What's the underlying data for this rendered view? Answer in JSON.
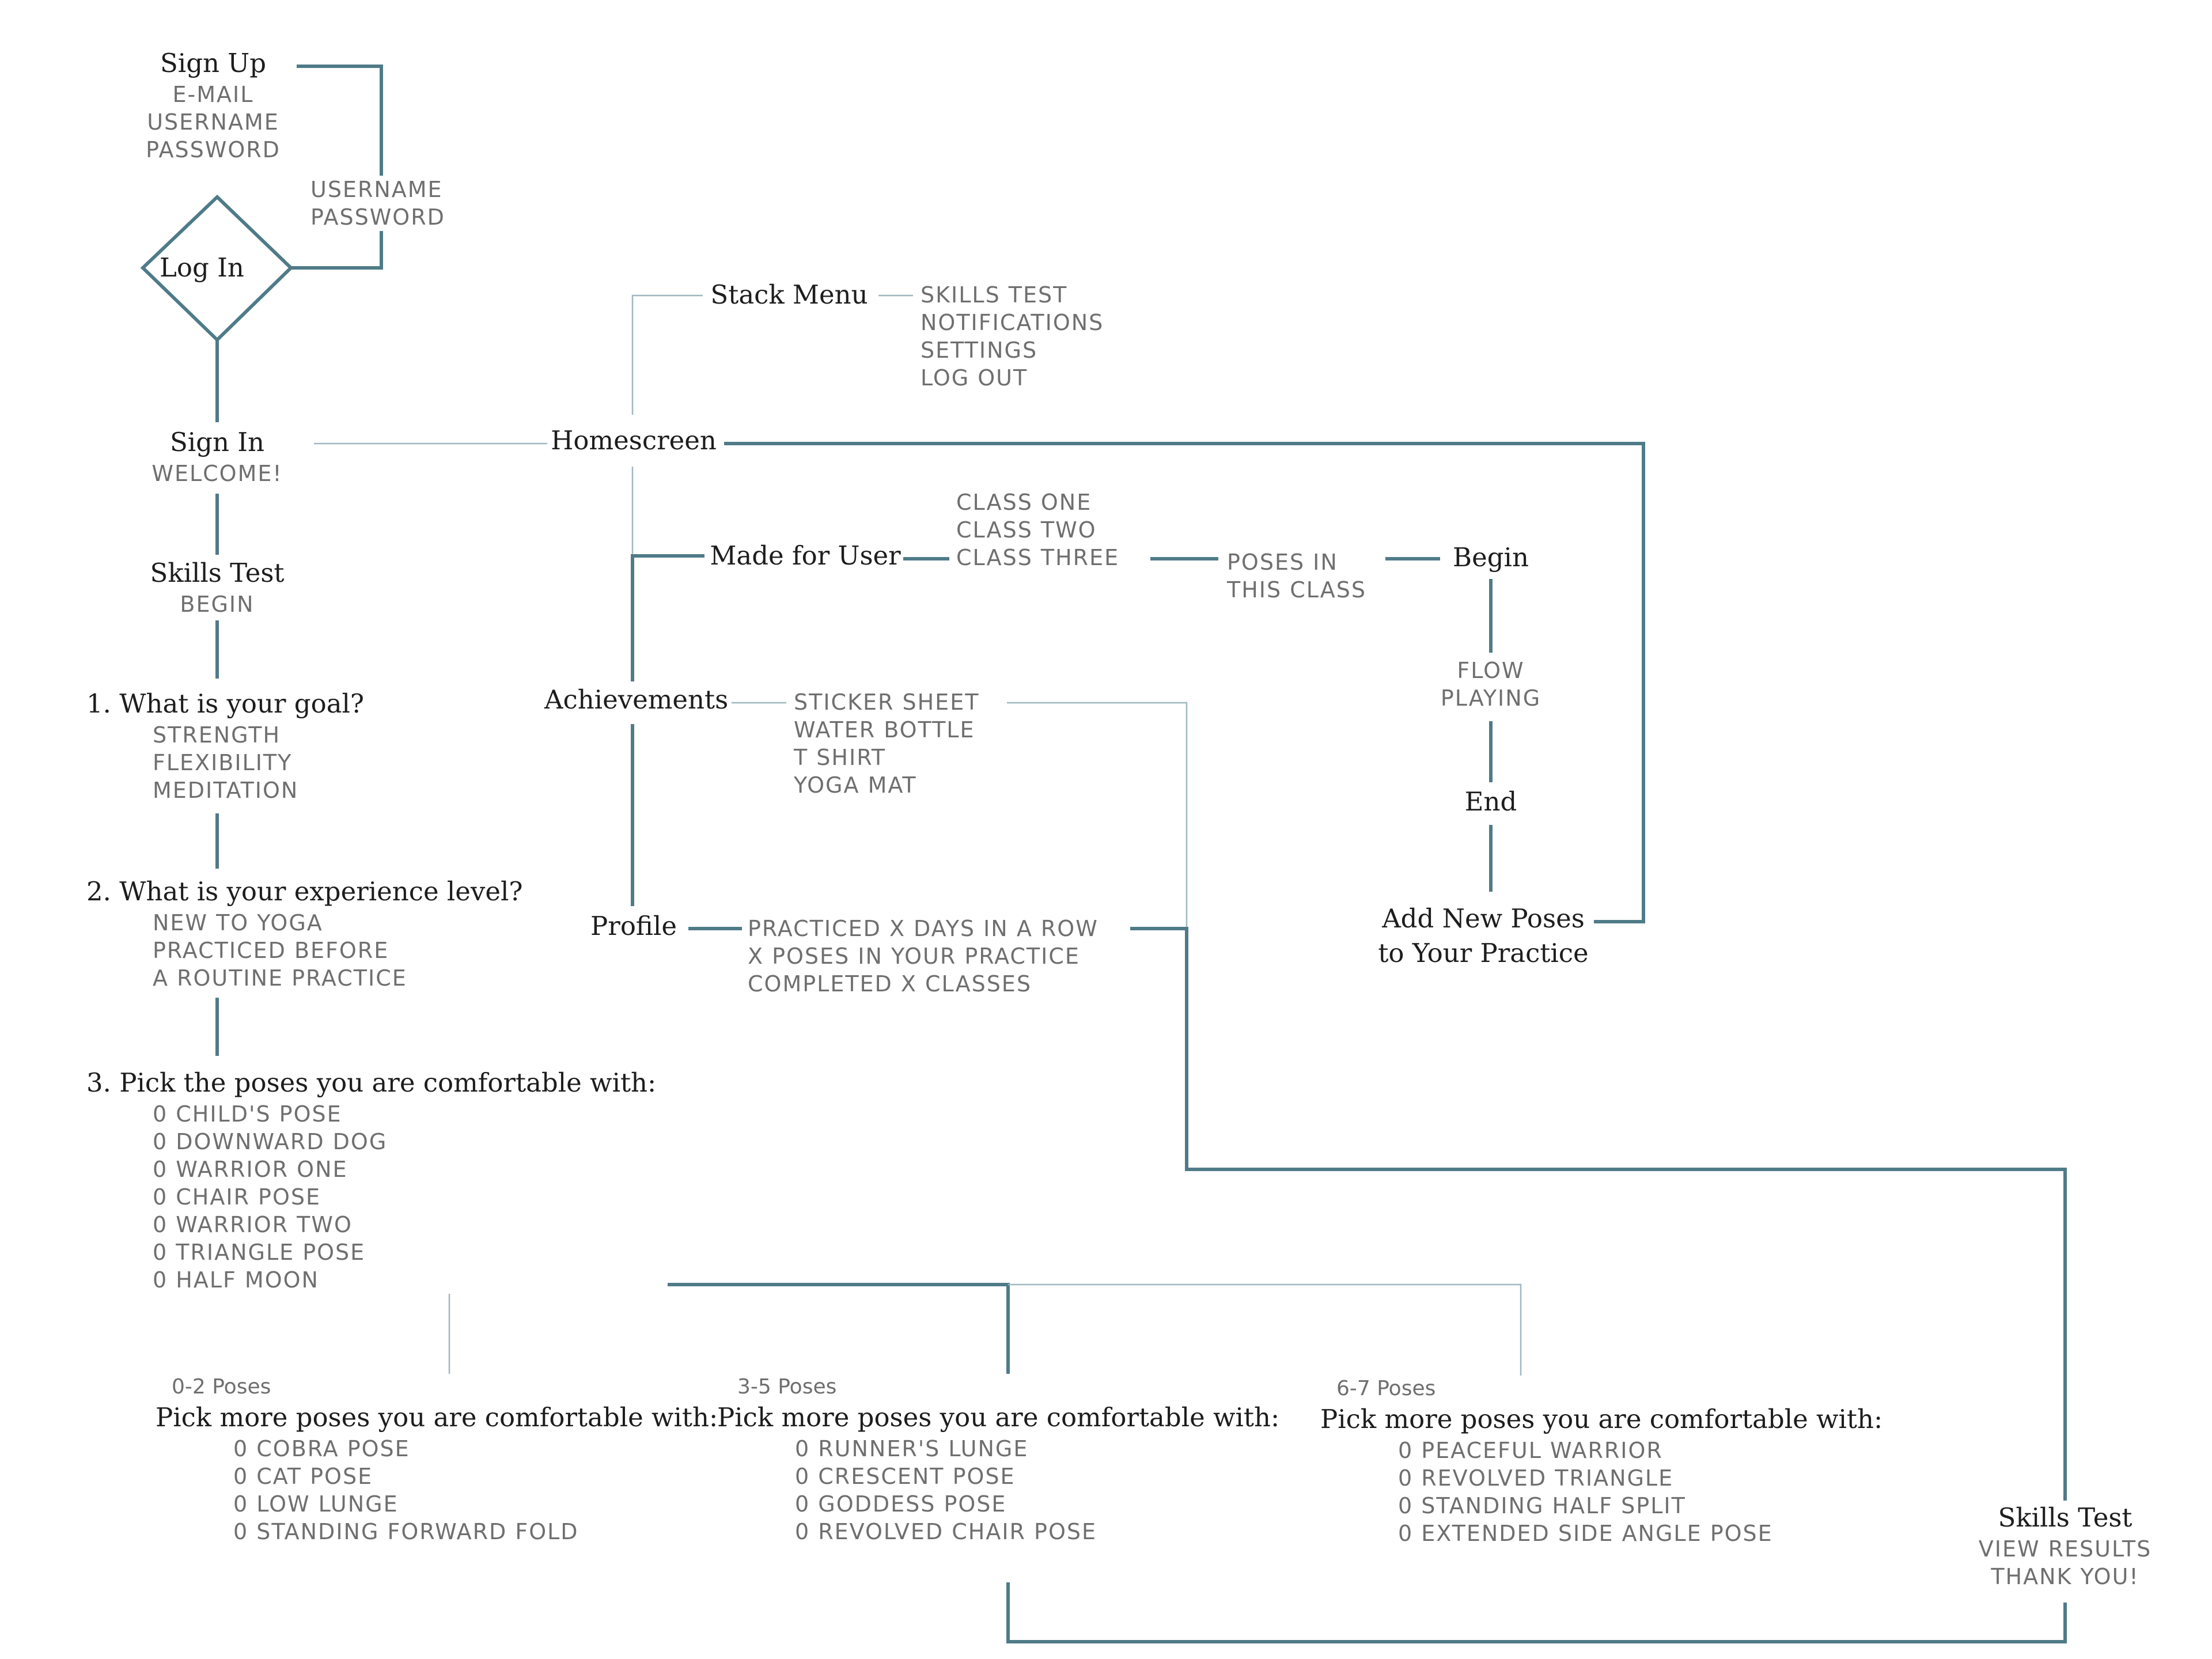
{
  "signup": {
    "title": "Sign Up",
    "fields": [
      "E-MAIL",
      "USERNAME",
      "PASSWORD"
    ]
  },
  "login_fields": [
    "USERNAME",
    "PASSWORD"
  ],
  "login": {
    "title": "Log In"
  },
  "signin": {
    "title": "Sign In",
    "sub": "WELCOME!"
  },
  "skills_test_start": {
    "title": "Skills Test",
    "sub": "BEGIN"
  },
  "q1": {
    "title": "1. What is your goal?",
    "options": [
      "STRENGTH",
      "FLEXIBILITY",
      "MEDITATION"
    ]
  },
  "q2": {
    "title": "2. What is your experience level?",
    "options": [
      "NEW TO YOGA",
      "PRACTICED BEFORE",
      "A ROUTINE PRACTICE"
    ]
  },
  "q3": {
    "title": "3. Pick the poses you are comfortable with:",
    "options": [
      "0 CHILD'S POSE",
      "0 DOWNWARD DOG",
      "0 WARRIOR ONE",
      "0 CHAIR POSE",
      "0 WARRIOR TWO",
      "0 TRIANGLE POSE",
      "0 HALF MOON"
    ]
  },
  "homescreen": {
    "title": "Homescreen"
  },
  "stack_menu": {
    "title": "Stack Menu",
    "items": [
      "SKILLS TEST",
      "NOTIFICATIONS",
      "SETTINGS",
      "LOG OUT"
    ]
  },
  "made_for_user": {
    "title": "Made for User"
  },
  "classes": [
    "CLASS ONE",
    "CLASS TWO",
    "CLASS THREE"
  ],
  "poses_in_class": [
    "POSES IN",
    "THIS CLASS"
  ],
  "begin": {
    "title": "Begin"
  },
  "flow_playing": [
    "FLOW",
    "PLAYING"
  ],
  "end": {
    "title": "End"
  },
  "add_new_poses": [
    "Add New Poses",
    "to Your Practice"
  ],
  "achievements": {
    "title": "Achievements",
    "items": [
      "STICKER SHEET",
      "WATER BOTTLE",
      "T SHIRT",
      "YOGA MAT"
    ]
  },
  "profile": {
    "title": "Profile",
    "items": [
      "PRACTICED X DAYS IN A ROW",
      "X POSES IN YOUR PRACTICE",
      "COMPLETED X CLASSES"
    ]
  },
  "branch_a": {
    "label": "0-2 Poses",
    "title": "Pick more poses you are comfortable with:",
    "options": [
      "0 COBRA POSE",
      "0 CAT POSE",
      "0 LOW LUNGE",
      "0 STANDING FORWARD FOLD"
    ]
  },
  "branch_b": {
    "label": "3-5 Poses",
    "title": "Pick more poses you are comfortable with:",
    "options": [
      "0 RUNNER'S LUNGE",
      "0 CRESCENT POSE",
      "0 GODDESS POSE",
      "0 REVOLVED CHAIR POSE"
    ]
  },
  "branch_c": {
    "label": "6-7 Poses",
    "title": "Pick more poses you are comfortable with:",
    "options": [
      "0 PEACEFUL WARRIOR",
      "0 REVOLVED TRIANGLE",
      "0 STANDING HALF SPLIT",
      "0 EXTENDED SIDE ANGLE POSE"
    ]
  },
  "skills_test_end": {
    "title": "Skills Test",
    "items": [
      "VIEW RESULTS",
      "THANK YOU!"
    ]
  },
  "colors": {
    "line": "#4f7b88",
    "thin_line": "#9fb8c0",
    "text": "#1d1d1d",
    "muted": "#6f6f6f"
  }
}
